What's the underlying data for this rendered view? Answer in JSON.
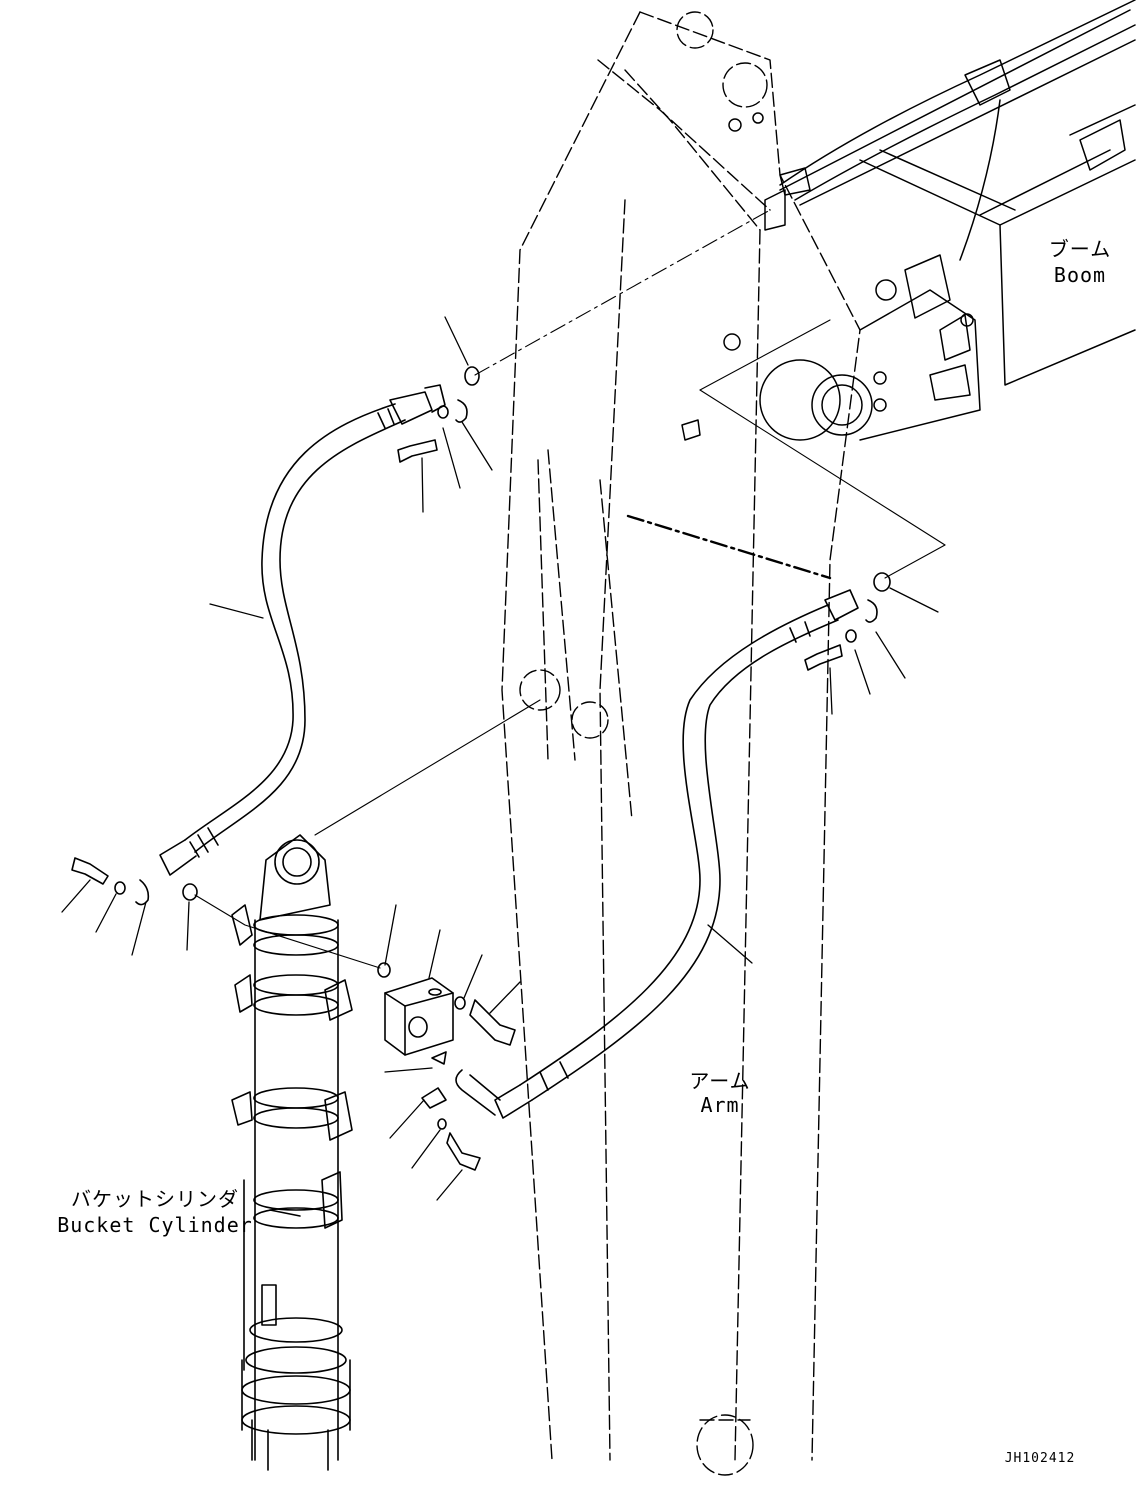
{
  "labels": {
    "boom_jp": "ブーム",
    "boom_en": "Boom",
    "arm_jp": "アーム",
    "arm_en": "Arm",
    "bucket_cylinder_jp": "バケットシリンダ",
    "bucket_cylinder_en": "Bucket Cylinder"
  },
  "drawing_code": "JH102412"
}
